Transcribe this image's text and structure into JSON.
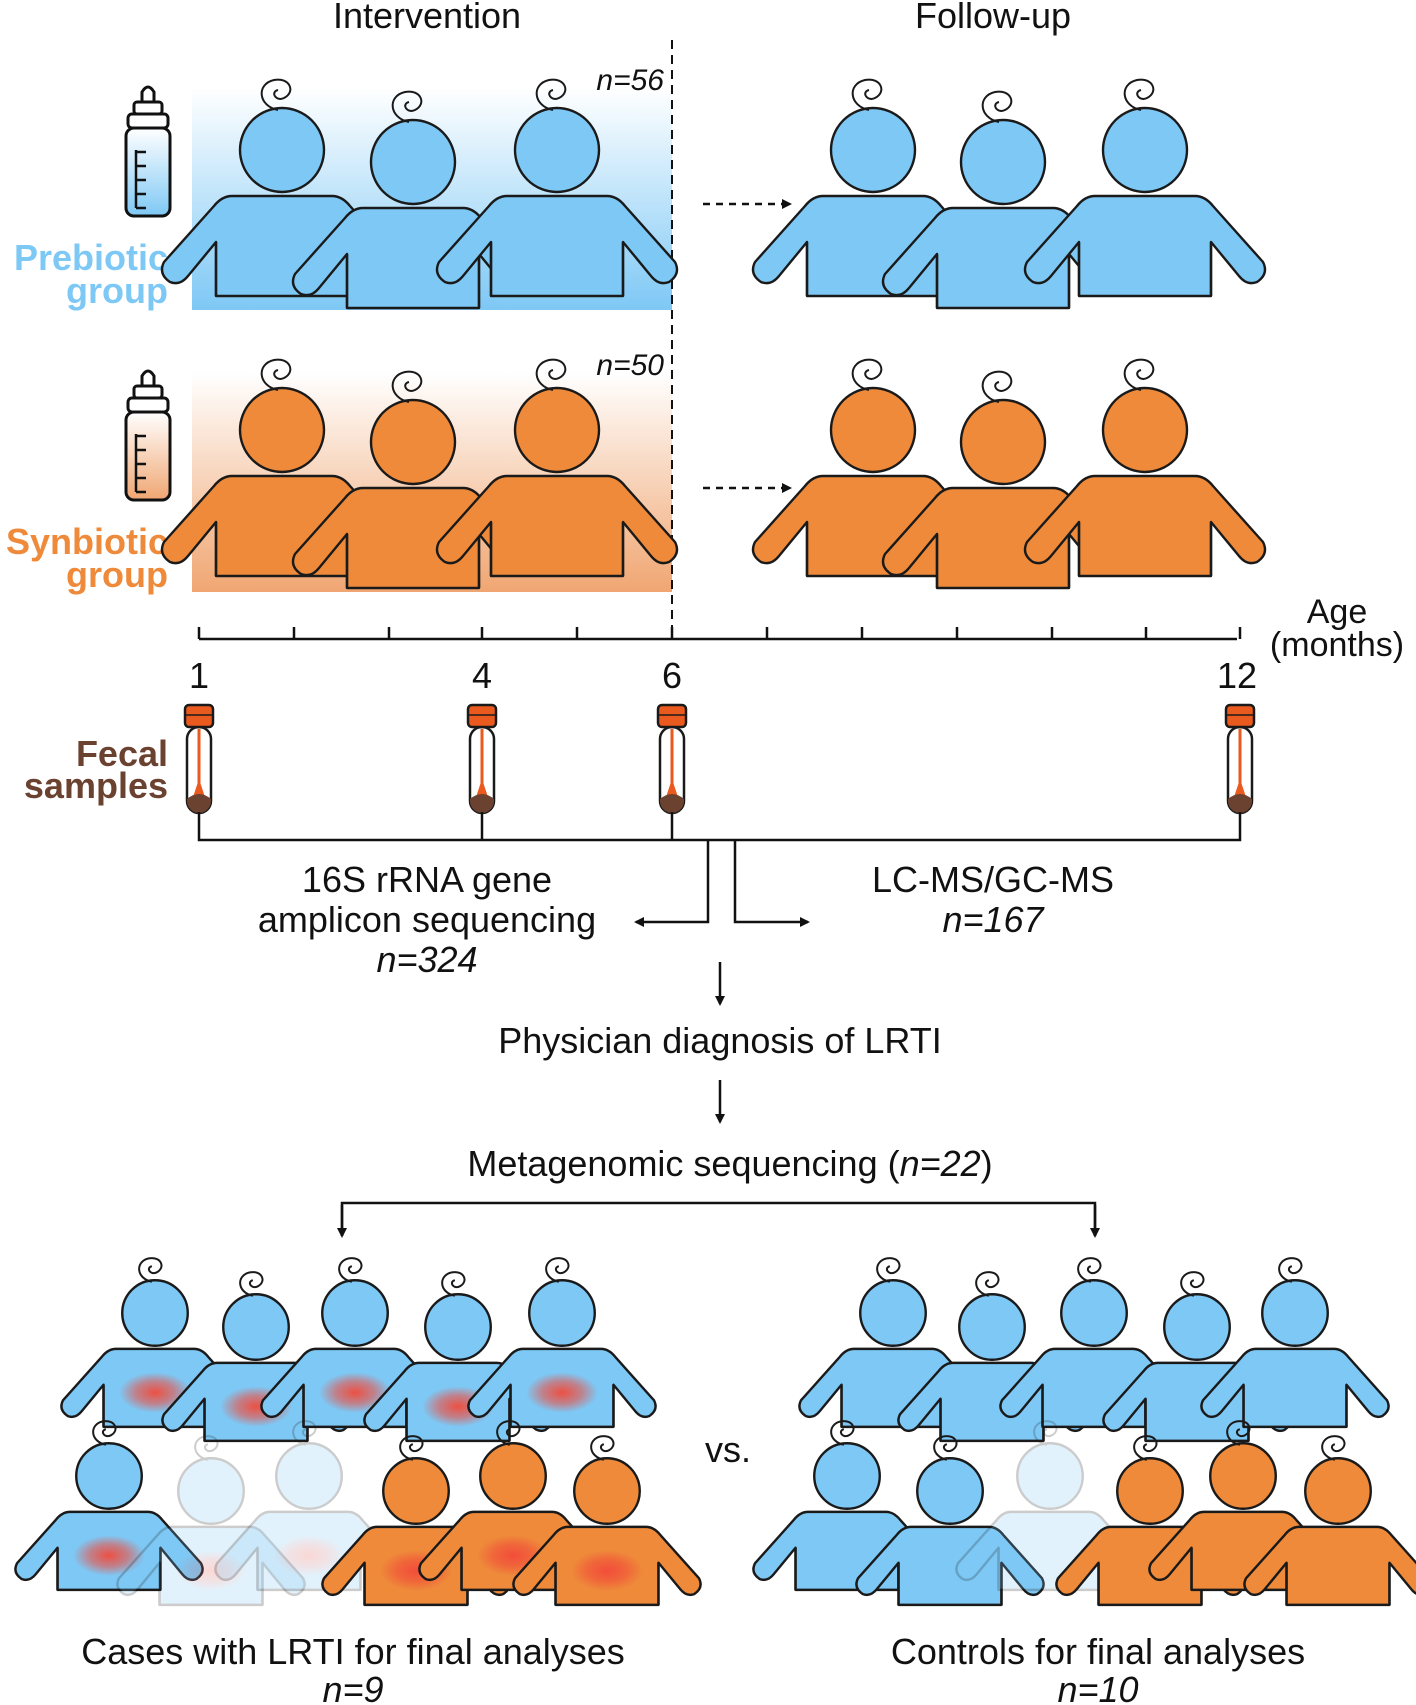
{
  "headers": {
    "intervention": "Intervention",
    "followup": "Follow-up"
  },
  "groups": {
    "prebiotic": {
      "label_line1": "Prebiotic",
      "label_line2": "group",
      "n": "n=56",
      "color": "#7ec8f5"
    },
    "synbiotic": {
      "label_line1": "Synbiotic",
      "label_line2": "group",
      "n": "n=50",
      "color": "#ee8a3a"
    }
  },
  "axis": {
    "label_line1": "Age",
    "label_line2": "(months)",
    "ticks": [
      "1",
      "4",
      "6",
      "12"
    ]
  },
  "fecal": {
    "label_line1": "Fecal",
    "label_line2": "samples"
  },
  "methods": {
    "seq_line1": "16S rRNA gene",
    "seq_line2": "amplicon sequencing",
    "seq_n": "n=324",
    "ms_line1": "LC-MS/GC-MS",
    "ms_n": "n=167"
  },
  "diagnosis": "Physician diagnosis of LRTI",
  "metagenomic": {
    "prefix": "Metagenomic sequencing (",
    "n": "n=22",
    "suffix": ")"
  },
  "vs": "vs.",
  "cases": {
    "label": "Cases with LRTI for final analyses",
    "n": "n=9"
  },
  "controls": {
    "label": "Controls for final analyses",
    "n": "n=10"
  },
  "colors": {
    "blue": "#7ec8f5",
    "orange": "#ee8a3a",
    "outline": "#1a1a1a",
    "brown": "#6b4130",
    "tube_cap": "#ea5a1e",
    "infection": "#f24a3a"
  }
}
